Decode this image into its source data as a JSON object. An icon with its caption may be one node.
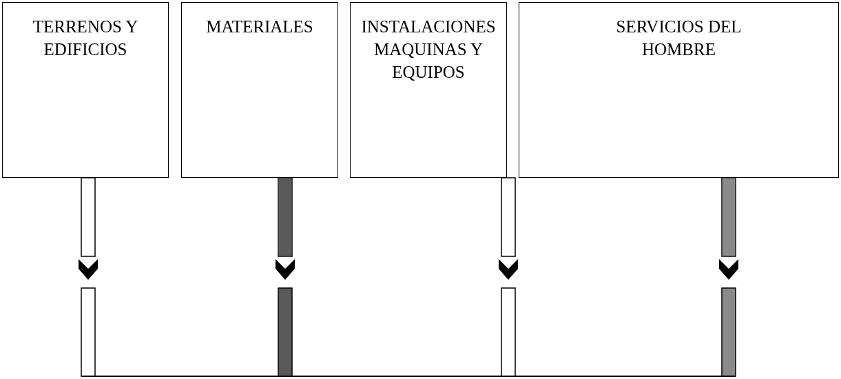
{
  "diagram": {
    "nodes": [
      {
        "text": [
          "TERRENOS Y EDIFICIOS"
        ]
      },
      {
        "text": [
          "MATERIALES"
        ]
      },
      {
        "text": [
          "INSTALACIONES MAQUINAS Y EQUIPOS"
        ]
      },
      {
        "text": [
          "SERVICIOS DEL HOMBRE"
        ]
      }
    ],
    "edges": [
      {
        "from": 0,
        "to": null,
        "arrow": "to"
      },
      {
        "from": 1,
        "to": null,
        "arrow": "to",
        "color": "#5a5a5a"
      },
      {
        "from": 2,
        "to": null,
        "arrow": "to"
      },
      {
        "from": 3,
        "to": null,
        "arrow": "to",
        "color": "#8a8a8a"
      }
    ]
  }
}
